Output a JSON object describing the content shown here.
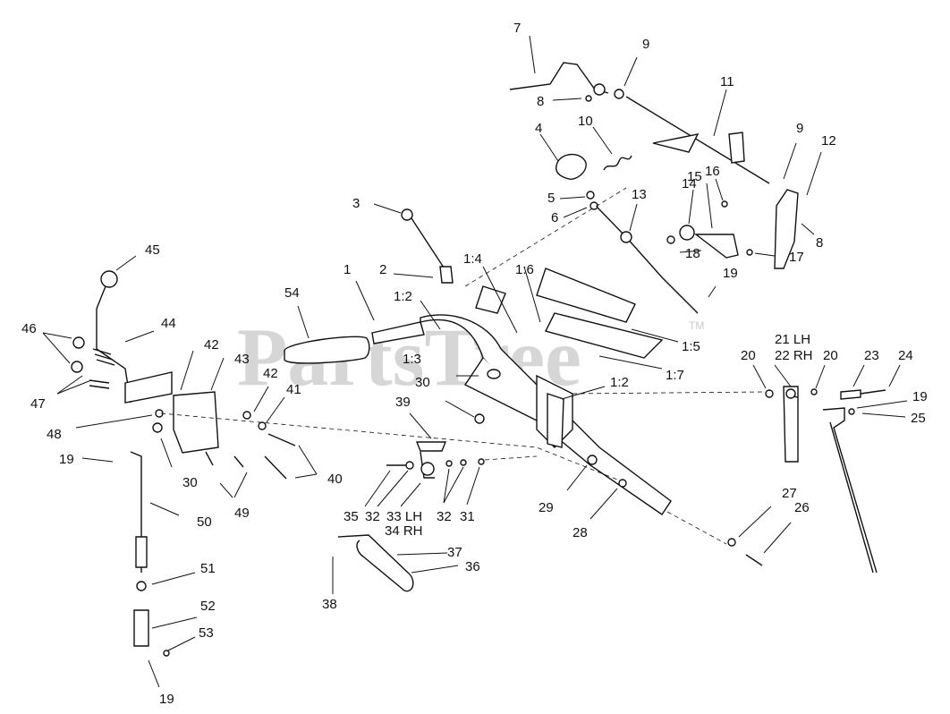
{
  "watermark": {
    "text": "PartsTree",
    "trademark": "TM"
  },
  "labels": {
    "l7": "7",
    "l9a": "9",
    "l8a": "8",
    "l11": "11",
    "l10": "10",
    "l4": "4",
    "l9b": "9",
    "l12": "12",
    "l5": "5",
    "l6": "6",
    "l13": "13",
    "l14": "14",
    "l15": "15",
    "l16": "16",
    "l8b": "8",
    "l18": "18",
    "l17": "17",
    "l19a": "19",
    "l3": "3",
    "l45": "45",
    "l1": "1",
    "l2": "2",
    "l1_4": "1:4",
    "l1_6": "1:6",
    "l54": "54",
    "l1_2a": "1:2",
    "l1_5": "1:5",
    "l46": "46",
    "l44": "44",
    "l42a": "42",
    "l43": "43",
    "l1_3": "1:3",
    "l1_7": "1:7",
    "l21": "21 LH",
    "l22": "22 RH",
    "l20a": "20",
    "l20b": "20",
    "l23": "23",
    "l24": "24",
    "l47": "47",
    "l42b": "42",
    "l41": "41",
    "l30a": "30",
    "l1_2b": "1:2",
    "l39": "39",
    "l19b": "19",
    "l25": "25",
    "l48": "48",
    "l30b": "30",
    "l40": "40",
    "l19c": "19",
    "l49": "49",
    "l35": "35",
    "l32a": "32",
    "l33": "33 LH",
    "l32b": "32",
    "l31": "31",
    "l34": "34 RH",
    "l29": "29",
    "l50": "50",
    "l28": "28",
    "l27": "27",
    "l26": "26",
    "l37": "37",
    "l36": "36",
    "l51": "51",
    "l38": "38",
    "l52": "52",
    "l53": "53",
    "l19d": "19"
  },
  "icons": [
    "knob",
    "grip",
    "spring",
    "bolt",
    "nut",
    "washer",
    "lever",
    "rod",
    "shaft"
  ]
}
